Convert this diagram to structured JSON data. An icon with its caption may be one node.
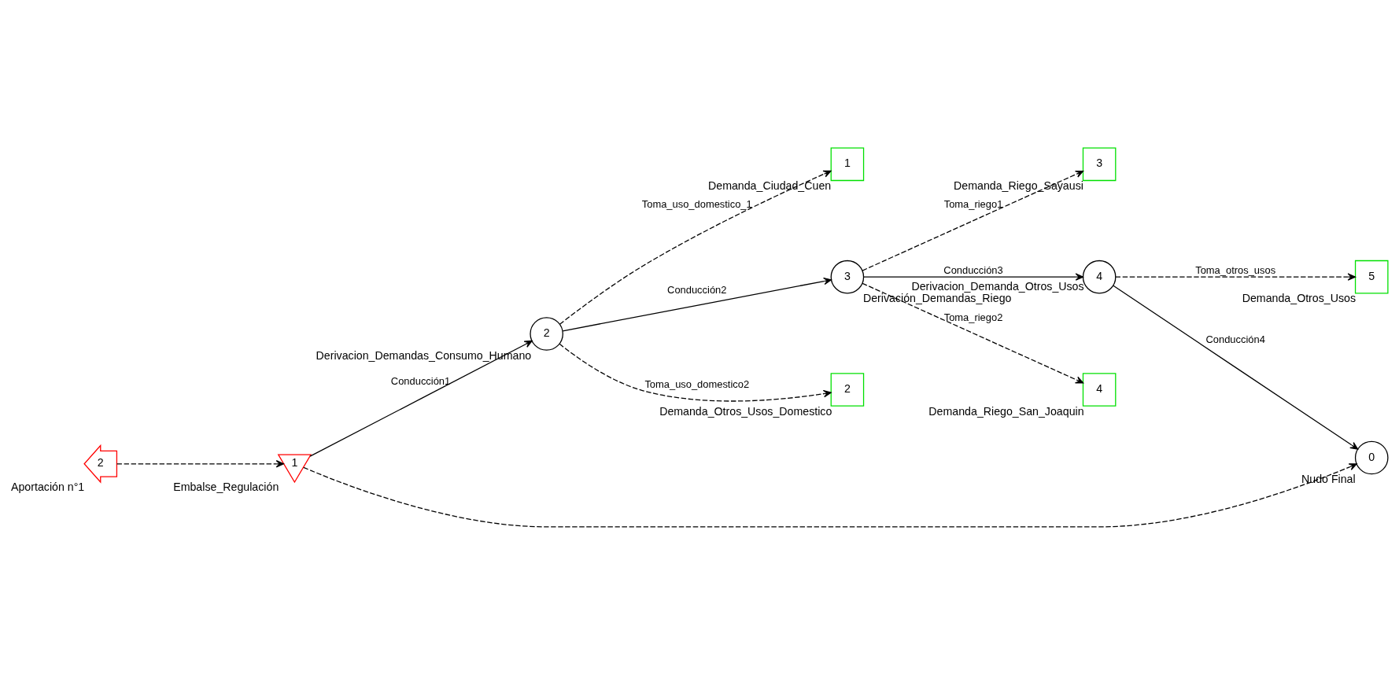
{
  "diagram": {
    "nodes": [
      {
        "text": [
          "2"
        ],
        "beside": [
          "Aportación n°1"
        ]
      },
      {
        "text": [
          "1"
        ],
        "beside": [
          "Embalse_Regulación"
        ]
      },
      {
        "text": [
          "2"
        ],
        "beside": [
          "Derivacion_Demandas_Consumo_Humano"
        ]
      },
      {
        "text": [
          "3"
        ],
        "beside": [
          "Demanda_Riego_Sayausi"
        ]
      },
      {
        "text": [
          "5"
        ],
        "beside": [
          "Demanda_Otros_Usos"
        ]
      },
      {
        "text": [
          "1"
        ],
        "beside": [
          "Demanda_Ciudad_Cuen"
        ]
      },
      {
        "text": [
          "3"
        ],
        "beside": [
          "Derivación_Demandas_Riego"
        ]
      },
      {
        "text": [
          "2"
        ],
        "beside": [
          "Demanda_Otros_Usos_Domestico"
        ]
      },
      {
        "text": [
          "4"
        ],
        "beside": [
          "Derivacion_Demanda_Otros_Usos"
        ]
      },
      {
        "text": [
          "4"
        ],
        "beside": [
          "Demanda_Riego_San_Joaquin"
        ]
      },
      {
        "text": [
          "0"
        ],
        "beside": [
          "Nudo Final"
        ]
      }
    ],
    "edges": [
      {
        "from": 0,
        "to": 1,
        "arrow": "to",
        "style": "dashed"
      },
      {
        "from": 1,
        "to": 2,
        "arrow": "to",
        "label": "Conducción1"
      },
      {
        "from": 2,
        "to": 5,
        "arrow": "to",
        "label": "Toma_uso_domestico_1",
        "style": "dashed"
      },
      {
        "from": 1,
        "to": 10,
        "arrow": "to",
        "style": "dashed"
      },
      {
        "from": 2,
        "to": 6,
        "arrow": "to",
        "label": "Conducción2"
      },
      {
        "from": 2,
        "to": 7,
        "arrow": "to",
        "label": "Toma_uso_domestico2",
        "style": "dashed"
      },
      {
        "from": 6,
        "to": 3,
        "arrow": "to",
        "label": "Toma_riego1",
        "style": "dashed"
      },
      {
        "from": 6,
        "to": 8,
        "arrow": "to",
        "label": "Conducción3"
      },
      {
        "from": 6,
        "to": 9,
        "arrow": "to",
        "label": "Toma_riego2",
        "style": "dashed"
      },
      {
        "from": 8,
        "to": 4,
        "arrow": "to",
        "label": "Toma_otros_usos",
        "style": "dashed"
      },
      {
        "from": 8,
        "to": 10,
        "arrow": "to",
        "label": "Conducción4"
      }
    ]
  }
}
